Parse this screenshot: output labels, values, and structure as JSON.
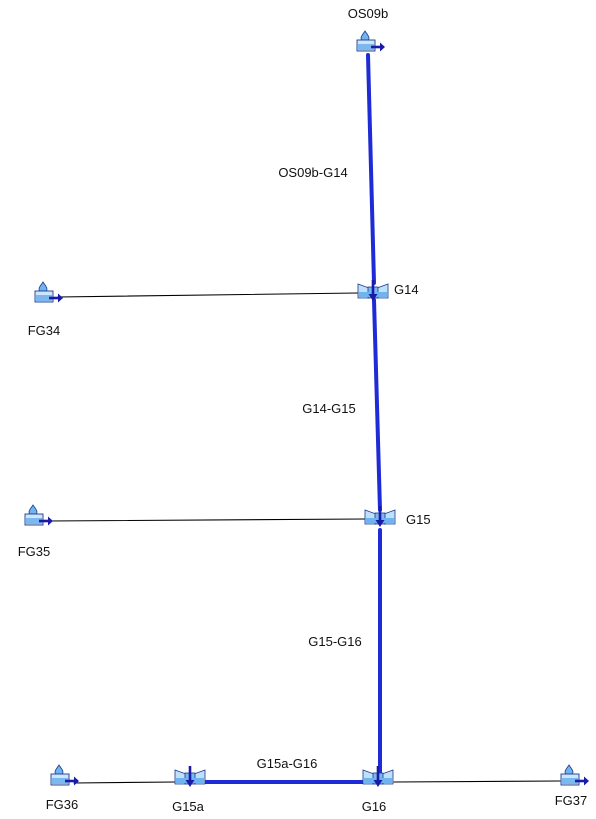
{
  "colors": {
    "background": "#ffffff",
    "main_link": "#1f2bd6",
    "side_link": "#000000",
    "icon_water": "#6fb3f0",
    "icon_arrow": "#1a1aa8",
    "text": "#111111"
  },
  "nodes": [
    {
      "id": "OS09b",
      "label": "OS09b",
      "icon": "subbasin-icon"
    },
    {
      "id": "G14",
      "label": "G14",
      "icon": "junction-icon"
    },
    {
      "id": "FG34",
      "label": "FG34",
      "icon": "subbasin-icon"
    },
    {
      "id": "G15",
      "label": "G15",
      "icon": "junction-icon"
    },
    {
      "id": "FG35",
      "label": "FG35",
      "icon": "subbasin-icon"
    },
    {
      "id": "G16",
      "label": "G16",
      "icon": "junction-icon"
    },
    {
      "id": "G15a",
      "label": "G15a",
      "icon": "junction-icon"
    },
    {
      "id": "FG36",
      "label": "FG36",
      "icon": "subbasin-icon"
    },
    {
      "id": "FG37",
      "label": "FG37",
      "icon": "subbasin-icon"
    }
  ],
  "links": [
    {
      "from": "OS09b",
      "to": "G14",
      "label": "OS09b-G14",
      "kind": "reach"
    },
    {
      "from": "G14",
      "to": "G15",
      "label": "G14-G15",
      "kind": "reach"
    },
    {
      "from": "G15",
      "to": "G16",
      "label": "G15-G16",
      "kind": "reach"
    },
    {
      "from": "G15a",
      "to": "G16",
      "label": "G15a-G16",
      "kind": "reach"
    },
    {
      "from": "FG34",
      "to": "G14",
      "label": "",
      "kind": "connector"
    },
    {
      "from": "FG35",
      "to": "G15",
      "label": "",
      "kind": "connector"
    },
    {
      "from": "FG36",
      "to": "G15a",
      "label": "",
      "kind": "connector"
    },
    {
      "from": "FG37",
      "to": "G16",
      "label": "",
      "kind": "connector"
    }
  ]
}
